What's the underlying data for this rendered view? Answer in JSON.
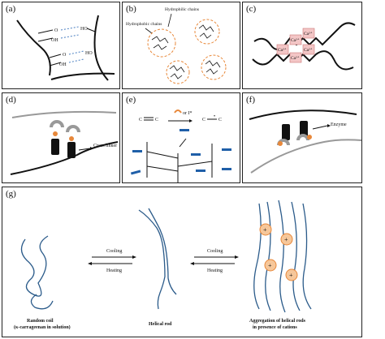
{
  "panels": {
    "a": {
      "label": "(a)",
      "groups": [
        "O",
        "OH",
        "HO",
        "O",
        "OH",
        "HO"
      ]
    },
    "b": {
      "label": "(b)",
      "hydrophilic": "Hydrophilic chains",
      "hydrophobic": "Hydrophobic chains"
    },
    "c": {
      "label": "(c)",
      "ions": [
        "Ca²⁺",
        "Ca²⁺",
        "Ca²⁺",
        "Ca²⁺",
        "Ca²⁺"
      ]
    },
    "d": {
      "label": "(d)",
      "cross_linker": "Cross linker"
    },
    "e": {
      "label": "(e)",
      "radical": "or I*",
      "c": "C",
      "dot": "•"
    },
    "f": {
      "label": "(f)",
      "enzyme": "Enzyme"
    },
    "g": {
      "label": "(g)",
      "cooling_1": "Cooling",
      "heating_1": "Heating",
      "cooling_2": "Cooling",
      "heating_2": "Heating",
      "random_coil": "Random coil",
      "random_coil_sub": "(κ-carrageenan in solution)",
      "helical_rod": "Helical rod",
      "aggregation_1": "Aggregation of helical rods",
      "aggregation_2": "in presence of cations",
      "cation": "+"
    }
  },
  "colors": {
    "accent_orange": "#e8883a",
    "accent_blue": "#1f5fa8",
    "coil_blue": "#2b5b8a",
    "pink": "#f3c6c6"
  }
}
